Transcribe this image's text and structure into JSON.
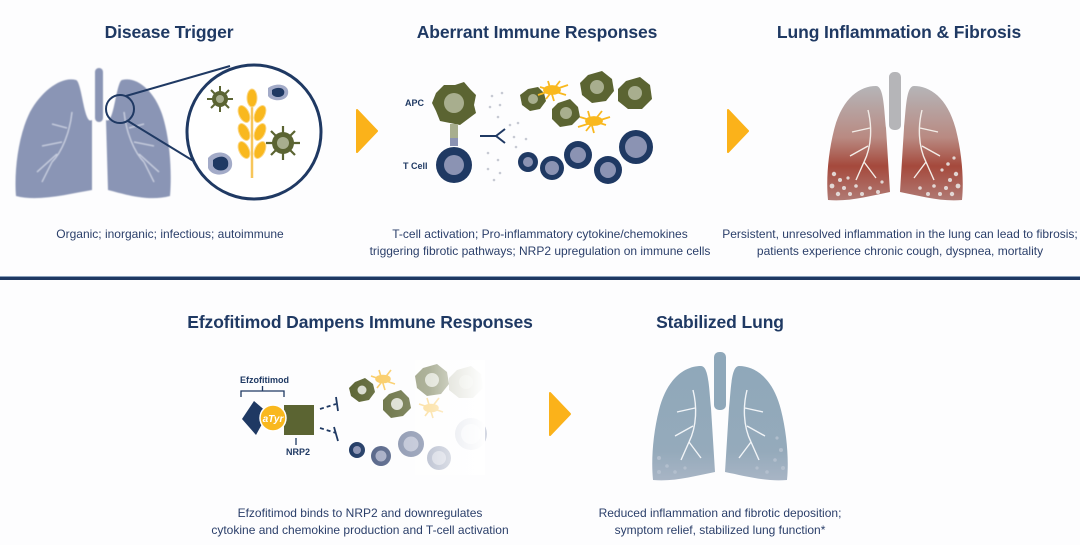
{
  "colors": {
    "navy": "#1f3963",
    "arrow": "#fbb21a",
    "lung_blue_gray": "#8a95b5",
    "olive": "#5b6432",
    "olive_light": "#a8ae8e",
    "tcell_inner": "#8b93b3",
    "stable_lung": "#8fa8ba"
  },
  "top_row": {
    "disease_trigger": {
      "title": "Disease Trigger",
      "caption": "Organic; inorganic; infectious; autoimmune"
    },
    "aberrant_immune": {
      "title": "Aberrant Immune Responses",
      "apc_label": "APC",
      "tcell_label": "T Cell",
      "caption_line1": "T-cell activation; Pro-inflammatory cytokine/chemokines",
      "caption_line2": "triggering fibrotic pathways; NRP2 upregulation on immune cells"
    },
    "lung_inflammation": {
      "title": "Lung Inflammation & Fibrosis",
      "caption_line1": "Persistent, unresolved inflammation in the lung can lead to fibrosis;",
      "caption_line2": "patients experience chronic cough, dyspnea, mortality"
    }
  },
  "bottom_row": {
    "efzofitimod": {
      "title": "Efzofitimod Dampens Immune Responses",
      "drug_label": "Efzofitimod",
      "receptor_label": "NRP2",
      "logo_text": "aTyr",
      "caption_line1": "Efzofitimod binds to NRP2 and downregulates",
      "caption_line2": "cytokine and chemokine production and T-cell activation"
    },
    "stabilized_lung": {
      "title": "Stabilized Lung",
      "caption_line1": "Reduced inflammation and fibrotic deposition;",
      "caption_line2": "symptom relief, stabilized lung function*"
    }
  }
}
